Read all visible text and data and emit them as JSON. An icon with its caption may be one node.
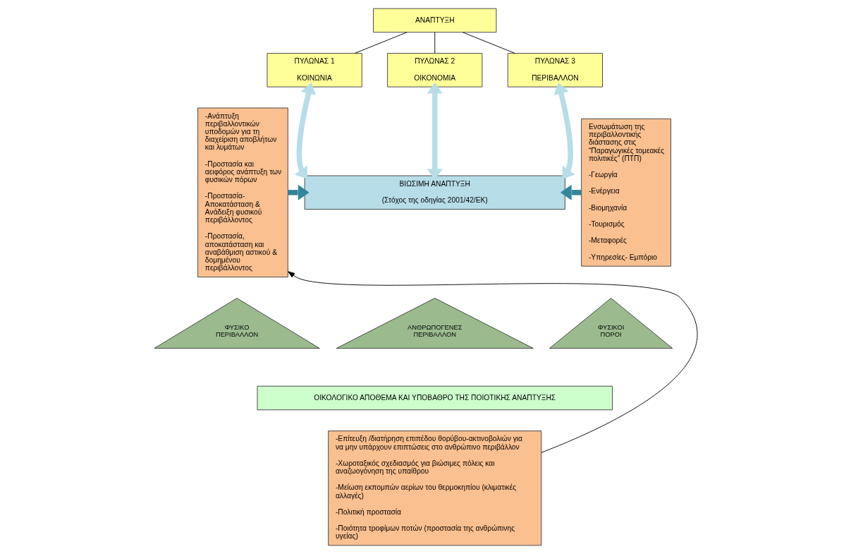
{
  "diagram": {
    "nodes": [
      {
        "text": [
          "ΑΝΑΠΤΥΞΗ"
        ]
      },
      {
        "text": [
          "ΠΥΛΩΝΑΣ 1",
          "ΚΟΙΝΩΝΙΑ"
        ]
      },
      {
        "text": [
          "ΠΥΛΩΝΑΣ 2",
          "ΟΙΚΟΝΟΜΙΑ"
        ]
      },
      {
        "text": [
          "ΠΥΛΩΝΑΣ 3",
          "ΠΕΡΙΒΑΛΛΟΝ"
        ]
      },
      {
        "text": [
          "-Ανάπτυξη περιβαλλοντικών υποδομών για τη διαχείριση αποβλήτων και λυμάτων",
          "-Προστασία και αειφόρος ανάπτυξη των φυσικών πόρων",
          "-Προστασία- Αποκατάσταση & Ανάδειξη φυσικού περιβάλλοντος",
          "-Προστασία, αποκατάσταση και αναβάθμιση αστικού & δομημένου περιβάλλοντος"
        ]
      },
      {
        "text": [
          "ΒΙΩΣΙΜΗ ΑΝΑΠΤΥΞΗ",
          "(Στόχος της οδηγίας 2001/42/ΕΚ)"
        ]
      },
      {
        "text": [
          "Ενσωμάτωση της περιβαλλοντικής διάστασης στις “Παραγωγικές τομεακές πολιτικές” (ΠΤΠ)",
          "-Γεωργία",
          "-Ενέργεια",
          "-Βιομηχανία",
          "-Τουρισμός",
          "-Μεταφορές",
          "-Υπηρεσίες- Εμπόριο"
        ]
      },
      {
        "text": [
          "ΦΥΣΙΚΟ ΠΕΡΙΒΑΛΛΟΝ"
        ]
      },
      {
        "text": [
          "ΑΝΘΡΩΠΟΓΕΝΕΣ ΠΕΡΙΒΑΛΛΟΝ"
        ]
      },
      {
        "text": [
          "ΦΥΣΙΚΟΙ ΠΟΡΟΙ"
        ]
      },
      {
        "text": [
          "ΟΙΚΟΛΟΓΙΚΟ ΑΠΟΘΕΜΑ ΚΑΙ ΥΠΟΒΑΘΡΟ ΤΗΣ ΠΟΙΟΤΙΚΗΣ ΑΝΑΠΤΥΞΗΣ"
        ]
      },
      {
        "text": [
          "-Επίτευξη /διατήρηση επιπέδου θορύβου-ακτινοβολιών για να μην υπάρχουν επιπτώσεις στο ανθρώπινο περιβάλλον",
          "-Χωροταξικός σχεδιασμός για βιώσιμες πόλεις και αναζωογόνηση της υπαίθρου",
          "-Μείωση εκπομπών αερίων του θερμοκηπίου (κλιματικές αλλαγές)",
          "-Πολιτική προστασία",
          "-Ποιότητα τροφίμων ποτών (προστασία της ανθρώπινης υγείας)"
        ]
      }
    ],
    "edges": [
      {
        "from": 0,
        "to": 1,
        "arrow": "none"
      },
      {
        "from": 0,
        "to": 2,
        "arrow": "none"
      },
      {
        "from": 0,
        "to": 3,
        "arrow": "none"
      },
      {
        "from": 1,
        "to": 5,
        "arrow": "both",
        "color": "#b7dde8"
      },
      {
        "from": 2,
        "to": 5,
        "arrow": "both",
        "color": "#b7dde8"
      },
      {
        "from": 3,
        "to": 5,
        "arrow": "both",
        "color": "#b7dde8"
      },
      {
        "from": 4,
        "to": 5,
        "arrow": "to",
        "color": "#31859c"
      },
      {
        "from": 6,
        "to": 5,
        "arrow": "to",
        "color": "#31859c"
      },
      {
        "from": 11,
        "to": 4,
        "arrow": "to"
      }
    ]
  }
}
